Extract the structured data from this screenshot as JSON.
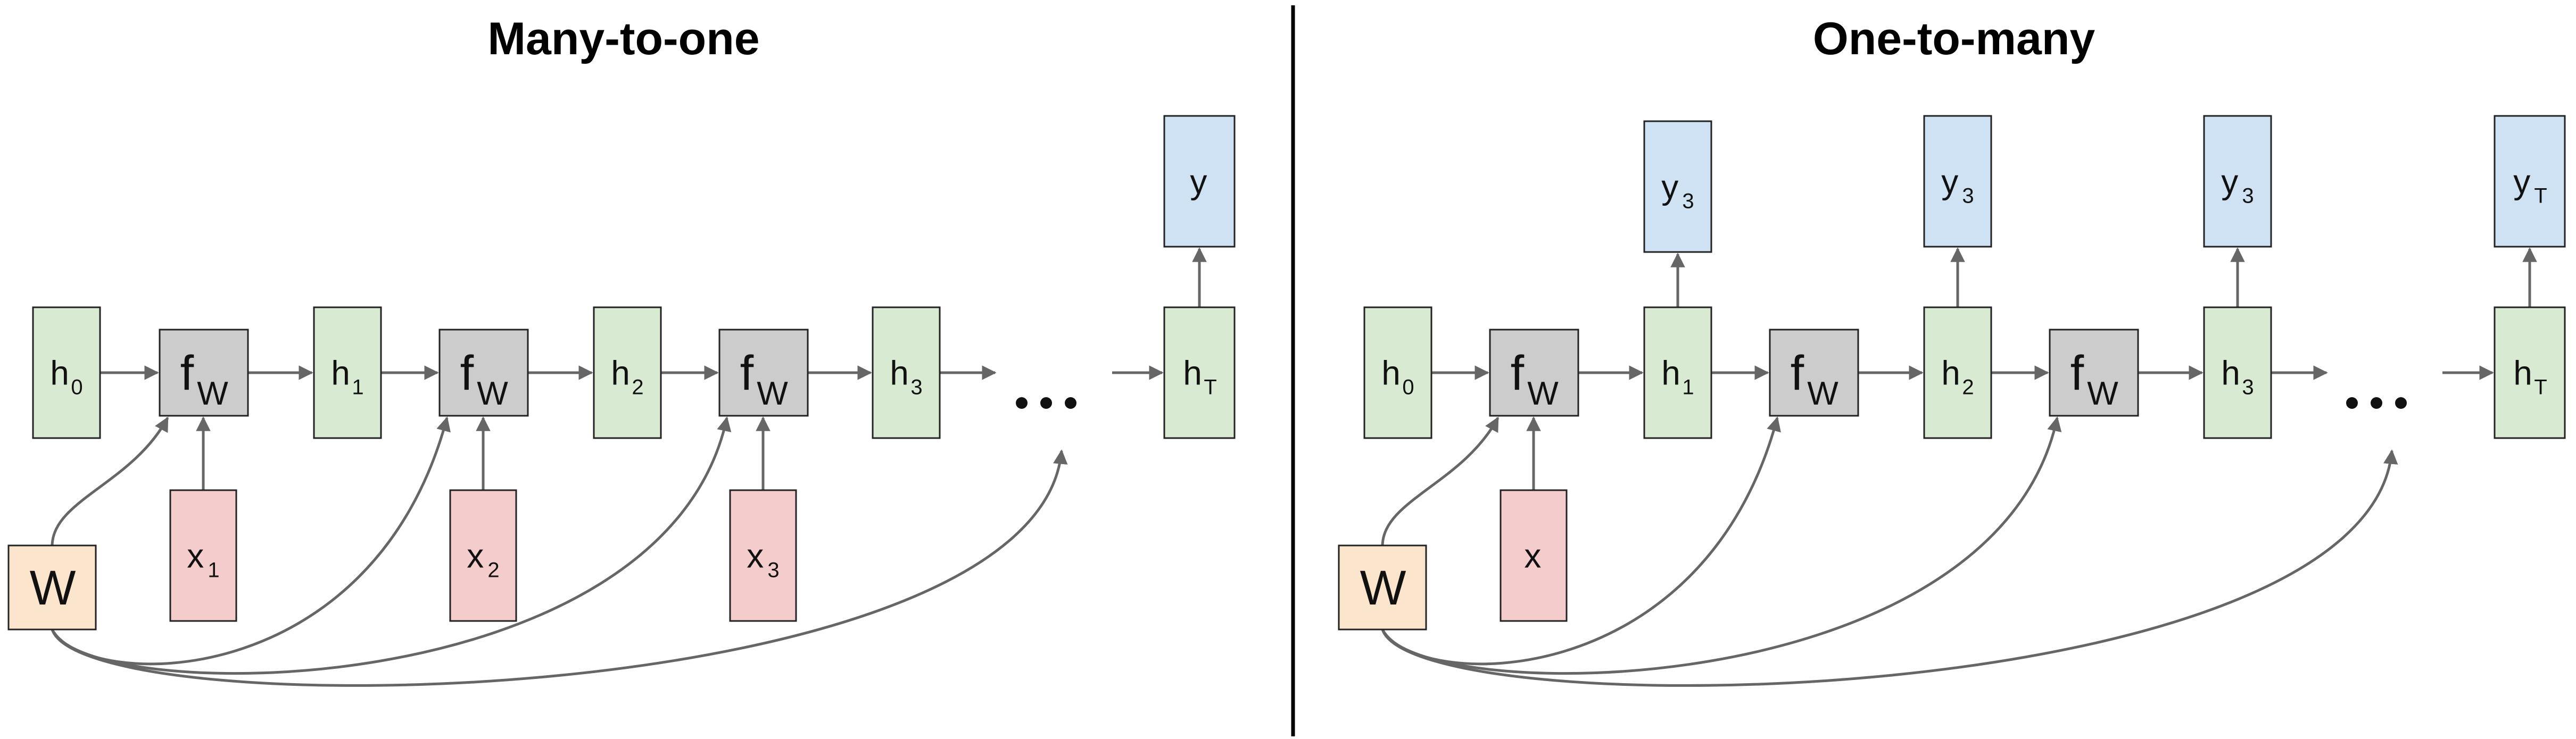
{
  "panels": [
    {
      "id": "many-to-one",
      "title": "Many-to-one",
      "nodes": [
        {
          "id": "h0",
          "main": "h",
          "sub": "0",
          "kind": "hidden"
        },
        {
          "id": "f1",
          "main": "f",
          "sub": "W",
          "kind": "fn"
        },
        {
          "id": "h1",
          "main": "h",
          "sub": "1",
          "kind": "hidden"
        },
        {
          "id": "f2",
          "main": "f",
          "sub": "W",
          "kind": "fn"
        },
        {
          "id": "h2",
          "main": "h",
          "sub": "2",
          "kind": "hidden"
        },
        {
          "id": "f3",
          "main": "f",
          "sub": "W",
          "kind": "fn"
        },
        {
          "id": "h3",
          "main": "h",
          "sub": "3",
          "kind": "hidden"
        },
        {
          "id": "hT",
          "main": "h",
          "sub": "T",
          "kind": "hidden"
        },
        {
          "id": "x1",
          "main": "x",
          "sub": "1",
          "kind": "input"
        },
        {
          "id": "x2",
          "main": "x",
          "sub": "2",
          "kind": "input"
        },
        {
          "id": "x3",
          "main": "x",
          "sub": "3",
          "kind": "input"
        },
        {
          "id": "y",
          "main": "y",
          "sub": "",
          "kind": "output"
        },
        {
          "id": "W",
          "main": "W",
          "sub": "",
          "kind": "weight"
        }
      ]
    },
    {
      "id": "one-to-many",
      "title": "One-to-many",
      "nodes": [
        {
          "id": "h0",
          "main": "h",
          "sub": "0",
          "kind": "hidden"
        },
        {
          "id": "f1",
          "main": "f",
          "sub": "W",
          "kind": "fn"
        },
        {
          "id": "h1",
          "main": "h",
          "sub": "1",
          "kind": "hidden"
        },
        {
          "id": "f2",
          "main": "f",
          "sub": "W",
          "kind": "fn"
        },
        {
          "id": "h2",
          "main": "h",
          "sub": "2",
          "kind": "hidden"
        },
        {
          "id": "f3",
          "main": "f",
          "sub": "W",
          "kind": "fn"
        },
        {
          "id": "h3",
          "main": "h",
          "sub": "3",
          "kind": "hidden"
        },
        {
          "id": "hT",
          "main": "h",
          "sub": "T",
          "kind": "hidden"
        },
        {
          "id": "x",
          "main": "x",
          "sub": "",
          "kind": "input"
        },
        {
          "id": "y1",
          "main": "y",
          "sub": "3",
          "kind": "output"
        },
        {
          "id": "y2",
          "main": "y",
          "sub": "3",
          "kind": "output"
        },
        {
          "id": "y3",
          "main": "y",
          "sub": "3",
          "kind": "output"
        },
        {
          "id": "yT",
          "main": "y",
          "sub": "T",
          "kind": "output"
        },
        {
          "id": "W",
          "main": "W",
          "sub": "",
          "kind": "weight"
        }
      ]
    }
  ],
  "colors": {
    "hidden": "#d9ead3",
    "fn": "#cccccc",
    "input": "#f4cccc",
    "output": "#cfe2f3",
    "weight": "#fce5cd",
    "arrow": "#666666"
  }
}
